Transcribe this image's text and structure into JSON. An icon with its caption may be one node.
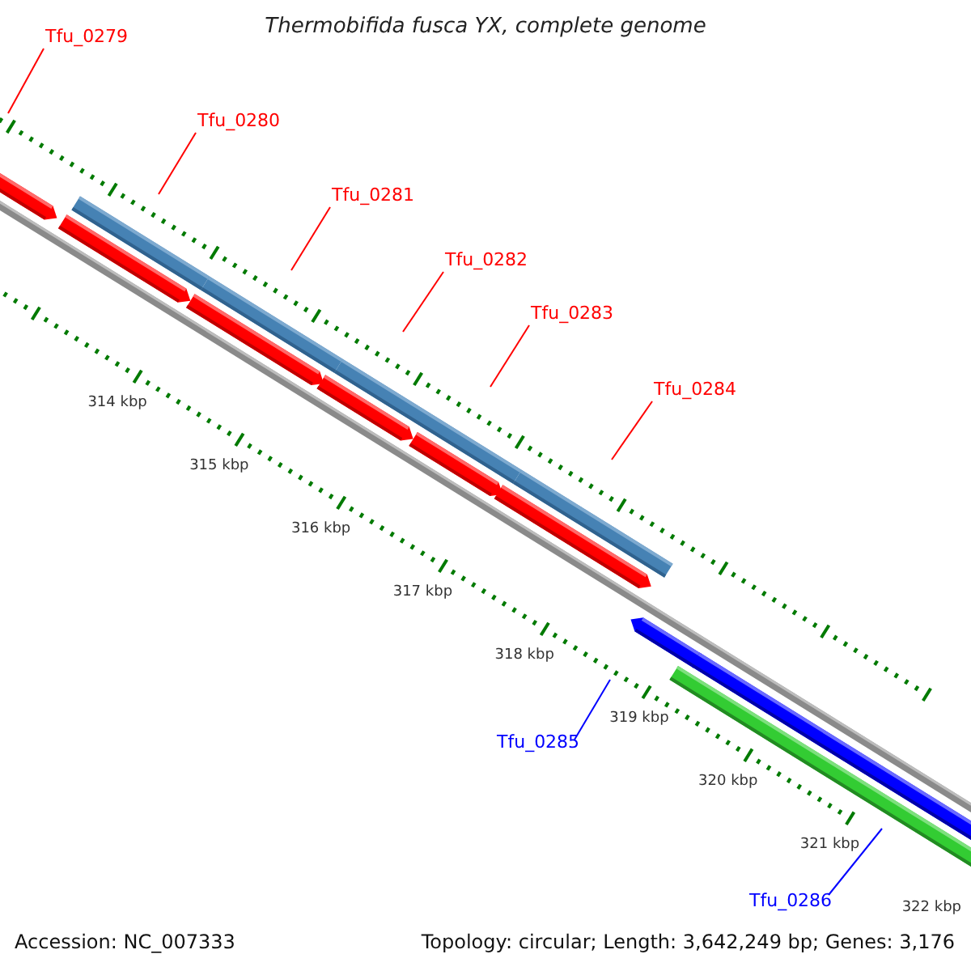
{
  "diagram": {
    "title": "Thermobifida fusca YX, complete genome",
    "nodes": [
      {
        "text": [
          "Tfu_0279"
        ]
      },
      {
        "text": [
          "Tfu_0280"
        ]
      },
      {
        "text": [
          "Tfu_0281"
        ]
      },
      {
        "text": [
          "Tfu_0282"
        ]
      },
      {
        "text": [
          "Tfu_0283"
        ]
      },
      {
        "text": [
          "Tfu_0284"
        ]
      },
      {
        "text": [
          "Tfu_0285"
        ]
      },
      {
        "text": [
          "Tfu_0286"
        ]
      }
    ],
    "edges": [
      {
        "from": 0,
        "to": null,
        "arrow": "none"
      },
      {
        "from": 1,
        "to": null,
        "arrow": "none"
      },
      {
        "from": 2,
        "to": null,
        "arrow": "none"
      },
      {
        "from": 3,
        "to": null,
        "arrow": "none"
      },
      {
        "from": 4,
        "to": null,
        "arrow": "none"
      },
      {
        "from": 5,
        "to": null,
        "arrow": "none"
      },
      {
        "from": 6,
        "to": null,
        "arrow": "none",
        "color": "#0000ff"
      },
      {
        "from": 7,
        "to": null,
        "arrow": "none",
        "color": "#0000ff"
      }
    ],
    "labels": [
      "314 kbp",
      "315 kbp",
      "316 kbp",
      "317 kbp",
      "318 kbp",
      "319 kbp",
      "320 kbp",
      "321 kbp",
      "322 kbp",
      "Accession: NC_007333",
      "Topology: circular; Length: 3,642,249 bp; Genes: 3,176"
    ]
  }
}
